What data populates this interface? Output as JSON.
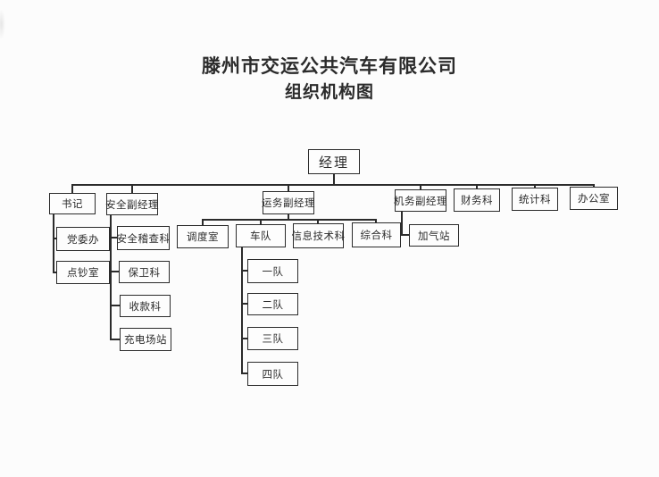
{
  "title": {
    "line1": "滕州市交运公共汽车有限公司",
    "line2": "组织机构图"
  },
  "colors": {
    "ink": "#2b2b2b",
    "paper": "#fcfcfc"
  },
  "org": {
    "root": {
      "label": "经理"
    },
    "level2": [
      {
        "label": "书记",
        "children": [
          {
            "label": "党委办"
          },
          {
            "label": "点钞室"
          }
        ]
      },
      {
        "label": "安全副经理",
        "children": [
          {
            "label": "安全稽查科"
          },
          {
            "label": "保卫科"
          },
          {
            "label": "收款科"
          },
          {
            "label": "充电场站"
          }
        ]
      },
      {
        "label": "运务副经理",
        "children": [
          {
            "label": "调度室"
          },
          {
            "label": "车队",
            "children": [
              {
                "label": "一队"
              },
              {
                "label": "二队"
              },
              {
                "label": "三队"
              },
              {
                "label": "四队"
              }
            ]
          },
          {
            "label": "信息技术科"
          },
          {
            "label": "综合科"
          }
        ]
      },
      {
        "label": "机务副经理",
        "children": [
          {
            "label": "加气站"
          }
        ]
      },
      {
        "label": "财务科",
        "children": []
      },
      {
        "label": "统计科",
        "children": []
      },
      {
        "label": "办公室",
        "children": []
      }
    ]
  }
}
